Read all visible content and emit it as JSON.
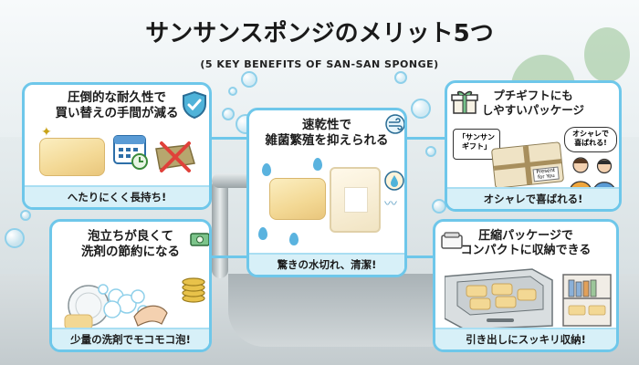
{
  "title": "サンサンスポンジのメリット5つ",
  "subtitle": "(5 KEY BENEFITS OF SAN-SAN SPONGE)",
  "cards": [
    {
      "heading": "圧倒的な耐久性で\n買い替えの手間が減る",
      "footer": "へたりにくく長持ち!"
    },
    {
      "heading": "速乾性で\n雑菌繁殖を抑えられる",
      "footer": "驚きの水切れ、清潔!"
    },
    {
      "heading": "プチギフトにも\nしやすいパッケージ",
      "footer": "オシャレで喜ばれる!"
    },
    {
      "heading": "泡立ちが良くて\n洗剤の節約になる",
      "footer": "少量の洗剤でモコモコ泡!"
    },
    {
      "heading": "圧縮パッケージで\nコンパクトに収納できる",
      "footer": "引き出しにスッキリ収納!"
    }
  ],
  "gift": {
    "tag": "「サンサン\nギフト」",
    "card": "Present\nfor You",
    "speech": "オシャレで\n喜ばれる!"
  },
  "colors": {
    "accent": "#6ec7ea",
    "footer_bg": "#d7f0f8"
  }
}
